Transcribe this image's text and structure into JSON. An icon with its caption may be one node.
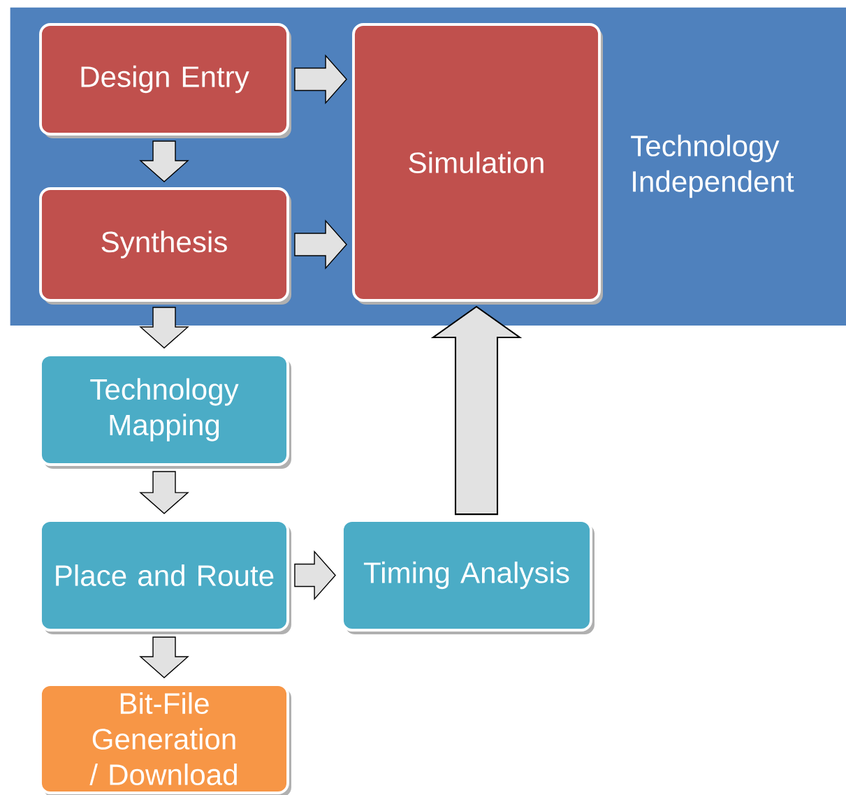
{
  "diagram": {
    "nodes": [
      {
        "text": [
          "Technology Independent"
        ]
      },
      {
        "text": [
          "Design Entry"
        ],
        "in": 0
      },
      {
        "text": [
          "Synthesis"
        ],
        "in": 0
      },
      {
        "text": [
          "Simulation"
        ],
        "in": 0
      },
      {
        "text": [
          "Technology Mapping"
        ]
      },
      {
        "text": [
          "Place and Route"
        ]
      },
      {
        "text": [
          "Timing Analysis"
        ]
      },
      {
        "text": [
          "Bit-File Generation / Download"
        ]
      }
    ],
    "edges": [
      {
        "from": 1,
        "to": 3,
        "arrow": "to"
      },
      {
        "from": 1,
        "to": 2,
        "arrow": "to"
      },
      {
        "from": 2,
        "to": 3,
        "arrow": "to"
      },
      {
        "from": 2,
        "to": 4,
        "arrow": "to"
      },
      {
        "from": 4,
        "to": 5,
        "arrow": "to"
      },
      {
        "from": 5,
        "to": 6,
        "arrow": "to"
      },
      {
        "from": 6,
        "to": 3,
        "arrow": "to",
        "style": "thick"
      },
      {
        "from": 5,
        "to": 7,
        "arrow": "to"
      }
    ]
  }
}
